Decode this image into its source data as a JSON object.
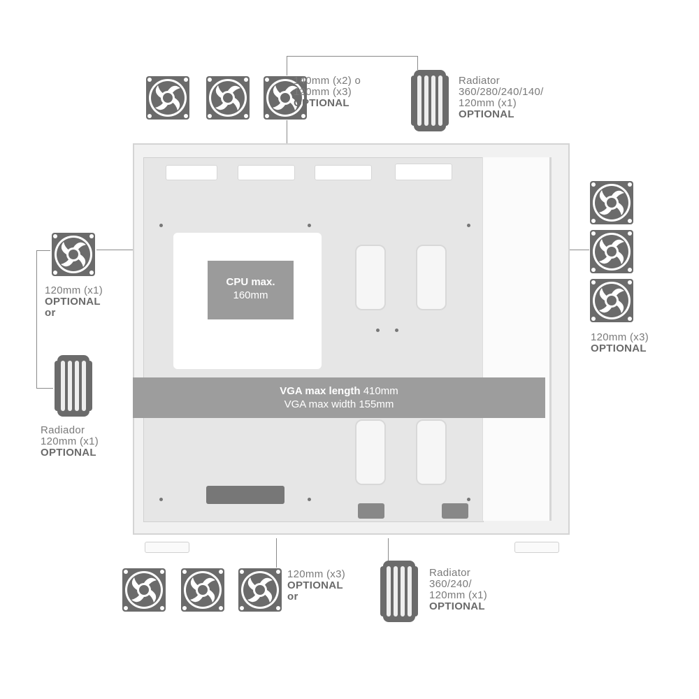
{
  "top": {
    "fan_label": [
      "140mm (x2) o",
      "120mm (x3)"
    ],
    "fan_optional": "OPTIONAL",
    "radiator_label": [
      "Radiator",
      "360/280/240/140/",
      "120mm (x1)"
    ],
    "radiator_optional": "OPTIONAL"
  },
  "left": {
    "fan_label": "120mm (x1)",
    "fan_optional": "OPTIONAL",
    "or": "or",
    "radiator_label": [
      "Radiador",
      "120mm (x1)"
    ],
    "radiator_optional": "OPTIONAL"
  },
  "right": {
    "fan_label": "120mm (x3)",
    "fan_optional": "OPTIONAL"
  },
  "bottom": {
    "fan_label": "120mm (x3)",
    "fan_optional": "OPTIONAL",
    "or": "or",
    "radiator_label": [
      "Radiator",
      "360/240/",
      "120mm (x1)"
    ],
    "radiator_optional": "OPTIONAL"
  },
  "case": {
    "cpu_title": "CPU max.",
    "cpu_value": "160mm",
    "vga_length_label": "VGA max length",
    "vga_length_value": "410mm",
    "vga_width": "VGA max width 155mm"
  },
  "colors": {
    "icon": "#6b6b6b",
    "text": "#7a7a7a",
    "band": "#9d9d9d"
  }
}
